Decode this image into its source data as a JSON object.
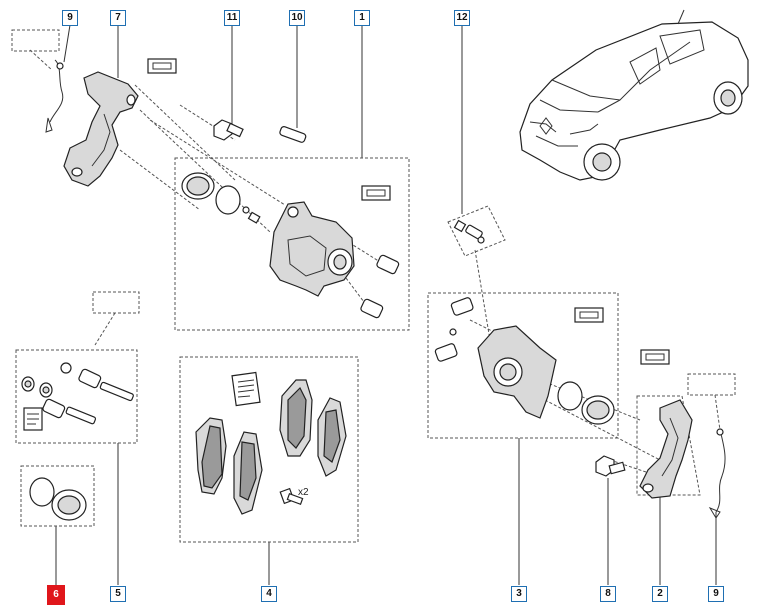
{
  "callouts": [
    {
      "id": "9",
      "selected": false
    },
    {
      "id": "7",
      "selected": false
    },
    {
      "id": "11",
      "selected": false
    },
    {
      "id": "10",
      "selected": false
    },
    {
      "id": "1",
      "selected": false
    },
    {
      "id": "12",
      "selected": false
    },
    {
      "id": "6",
      "selected": true
    },
    {
      "id": "5",
      "selected": false
    },
    {
      "id": "4",
      "selected": false
    },
    {
      "id": "3",
      "selected": false
    },
    {
      "id": "8",
      "selected": false
    },
    {
      "id": "2",
      "selected": false
    },
    {
      "id": "9",
      "selected": false
    }
  ],
  "pad_quantity": "x2",
  "colors": {
    "callout_border": "#1f6fb2",
    "selected": "#e0161b",
    "line": "#333333",
    "dash": "#555555"
  }
}
